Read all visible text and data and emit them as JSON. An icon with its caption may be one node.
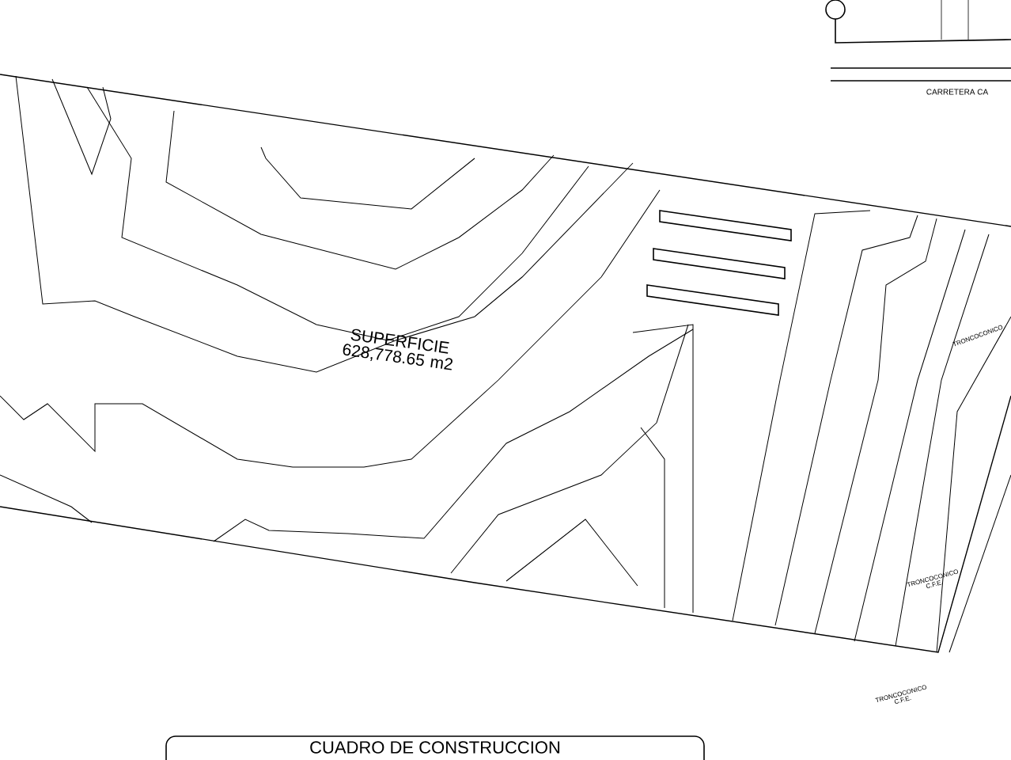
{
  "diagram": {
    "labels": [
      "SUPERFICIE 628,778.65 m2",
      "CARRETERA CA",
      "TRONCOCONICO",
      "TRONCOCONICO C.F.E.",
      "TRONCOCONICO C.F.E.",
      "CUADRO DE CONSTRUCCION"
    ]
  }
}
